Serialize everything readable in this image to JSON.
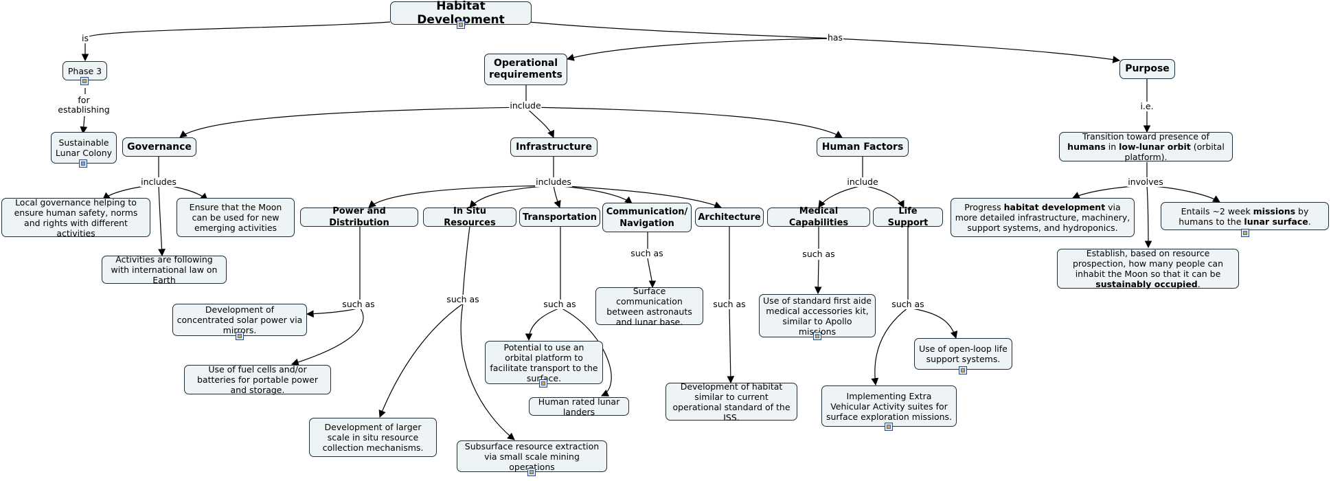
{
  "map_title": "Habitat Development",
  "concepts": {
    "habitat": "Habitat Development",
    "phase3": "Phase 3",
    "colony": "Sustainable Lunar Colony",
    "opreq": "Operational requirements",
    "purpose": "Purpose",
    "governance": "Governance",
    "infrastructure": "Infrastructure",
    "humanfactors": "Human Factors",
    "transition": [
      "Transition toward presence of ",
      {
        "b": "humans"
      },
      " in ",
      {
        "b": "low-lunar orbit"
      },
      " (orbital platform)."
    ],
    "local_gov": "Local governance helping to ensure human safety, norms and rights with different activities",
    "ensure_moon": "Ensure that the Moon can be used for new emerging activities",
    "activities_law": "Activities are following with international law on Earth",
    "power": "Power and Distribution",
    "insitu": "In Situ Resources",
    "transport": "Transportation",
    "comm": "Communication/ Navigation",
    "arch": "Architecture",
    "medical": "Medical Capabilities",
    "lifesupport": "Life Support",
    "progress": [
      "Progress ",
      {
        "b": "habitat development"
      },
      " via more detailed infrastructure, machinery, support systems, and hydroponics."
    ],
    "entails": [
      "Entails ~2 week ",
      {
        "b": "missions"
      },
      " by humans to the ",
      {
        "b": "lunar surface"
      },
      "."
    ],
    "establish": [
      "Establish, based on resource prospection, how many people can inhabit the Moon so that it can be ",
      {
        "b": "sustainably occupied"
      },
      "."
    ],
    "solar": "Development of concentrated solar power via mirrors.",
    "fuelcells": "Use of fuel cells and/or batteries for portable power and storage.",
    "larger_scale": "Development of larger scale in situ resource collection mechanisms.",
    "subsurface": "Subsurface resource extraction via small scale mining operations",
    "orbital": "Potential to use an orbital platform to facilitate transport to the surface.",
    "landers": "Human rated lunar landers",
    "surface_comm": "Surface communication between astronauts and lunar base.",
    "iss": "Development of habitat similar to current operational standard of the ISS.",
    "firstaide": "Use of standard first aide medical accessories kit, similar to Apollo missions",
    "openloop": "Use of open-loop life support systems.",
    "eva": "Implementing Extra Vehicular Activity suites for surface exploration missions."
  },
  "links": {
    "is": "is",
    "has": "has",
    "for_establishing": "for\nestablishing",
    "include_op": "include",
    "ie": "i.e.",
    "includes_gov": "includes",
    "includes_inf": "includes",
    "include_hf": "include",
    "involves": "involves",
    "such_as_power": "such as",
    "such_as_insitu": "such as",
    "such_as_transport": "such as",
    "such_as_comm": "such as",
    "such_as_arch": "such as",
    "such_as_medical": "such as",
    "such_as_life": "such as"
  },
  "colors": {
    "node_fill": "#eef3f6",
    "node_border": "#1c2b36",
    "line": "#000000",
    "icon_border": "#2a4a7a"
  }
}
